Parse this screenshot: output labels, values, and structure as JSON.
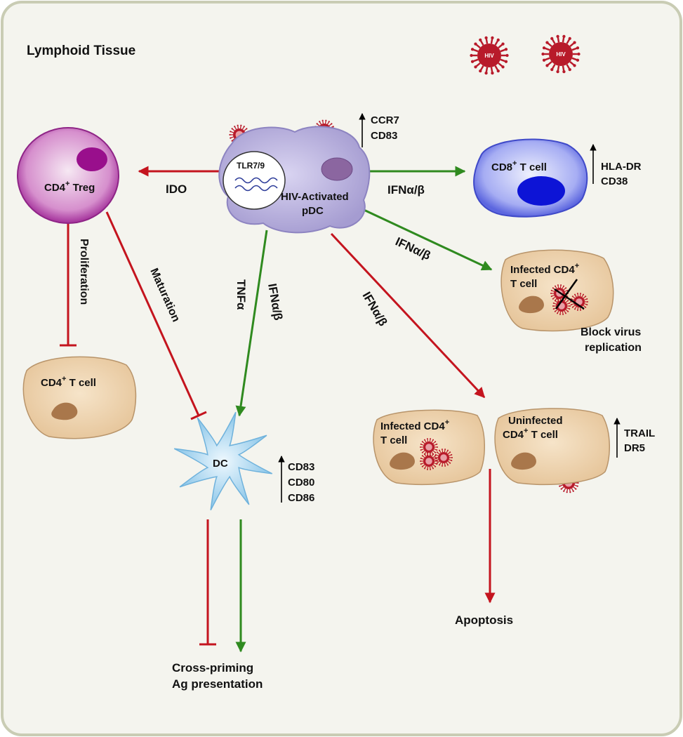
{
  "title": "Lymphoid Tissue",
  "virus_label": "HIV",
  "colors": {
    "background": "#f4f4ee",
    "border": "#c9ccb4",
    "stimulate": "#2f8a1f",
    "inhibit": "#c4141e",
    "pdc": "#b6afd8",
    "treg": "#b23ea8",
    "cd8": "#6d78e8",
    "tcell": "#efd3ac",
    "dc": "#8fc9ea",
    "virus": "#b81a2a"
  },
  "cells": {
    "pdc": {
      "line1": "HIV-Activated",
      "line2": "pDC",
      "tlr": "TLR7/9"
    },
    "treg": {
      "name": "CD4",
      "sup": "+",
      "suffix": " Treg"
    },
    "cd8": {
      "name": "CD8",
      "sup": "+",
      "suffix": " T cell"
    },
    "cd4_t": {
      "name": "CD4",
      "sup": "+",
      "suffix": " T cell"
    },
    "infected_block": {
      "line1": "Infected CD4",
      "sup": "+",
      "line2": "T cell"
    },
    "infected_apop": {
      "line1": "Infected CD4",
      "sup": "+",
      "line2": "T cell"
    },
    "uninfected": {
      "line1": "Uninfected",
      "line2_pre": "CD4",
      "sup": "+",
      "line2_post": " T cell"
    },
    "dc": {
      "name": "DC"
    }
  },
  "markers": {
    "pdc": [
      "CCR7",
      "CD83"
    ],
    "cd8": [
      "HLA-DR",
      "CD38"
    ],
    "dc": [
      "CD83",
      "CD80",
      "CD86"
    ],
    "uninfected": [
      "TRAIL",
      "DR5"
    ]
  },
  "arrow_labels": {
    "ido": "IDO",
    "ifn": "IFNα/β",
    "tnf": "TNFα",
    "proliferation": "Proliferation",
    "maturation": "Maturation"
  },
  "outcomes": {
    "block_line1": "Block virus",
    "block_line2": "replication",
    "apoptosis": "Apoptosis",
    "crosspriming_line1": "Cross-priming",
    "crosspriming_line2": "Ag presentation"
  }
}
